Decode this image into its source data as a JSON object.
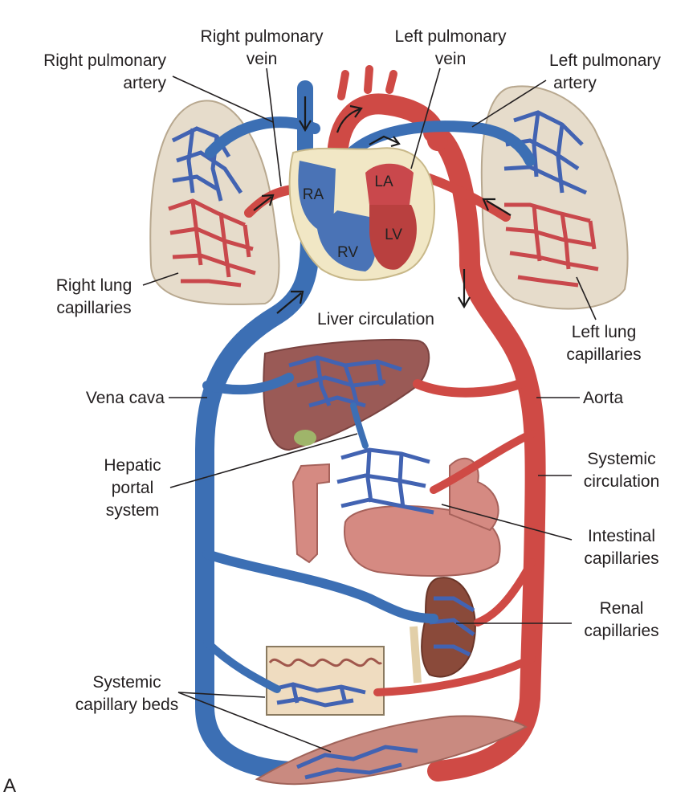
{
  "figure_letter": "A",
  "labels": {
    "right_pulmonary_artery": [
      "Right pulmonary",
      "artery"
    ],
    "right_pulmonary_vein": [
      "Right pulmonary",
      "vein"
    ],
    "left_pulmonary_vein": [
      "Left pulmonary",
      "vein"
    ],
    "left_pulmonary_artery": [
      "Left pulmonary",
      "artery"
    ],
    "right_lung_capillaries": [
      "Right lung",
      "capillaries"
    ],
    "left_lung_capillaries": [
      "Left lung",
      "capillaries"
    ],
    "liver_circulation": "Liver circulation",
    "vena_cava": "Vena cava",
    "aorta": "Aorta",
    "hepatic_portal_system": [
      "Hepatic",
      "portal",
      "system"
    ],
    "systemic_circulation": [
      "Systemic",
      "circulation"
    ],
    "intestinal_capillaries": [
      "Intestinal",
      "capillaries"
    ],
    "renal_capillaries": [
      "Renal",
      "capillaries"
    ],
    "systemic_capillary_beds": [
      "Systemic",
      "capillary beds"
    ]
  },
  "chambers": {
    "ra": "RA",
    "rv": "RV",
    "la": "LA",
    "lv": "LV"
  },
  "colors": {
    "deoxygenated": "#3c6fb4",
    "oxygenated": "#cf4a45",
    "lung_tissue": "#e6dccb",
    "liver": "#9a5a56",
    "intestine": "#d58a82",
    "kidney": "#8a4a3a",
    "skin_patch": "#efdcc0"
  }
}
